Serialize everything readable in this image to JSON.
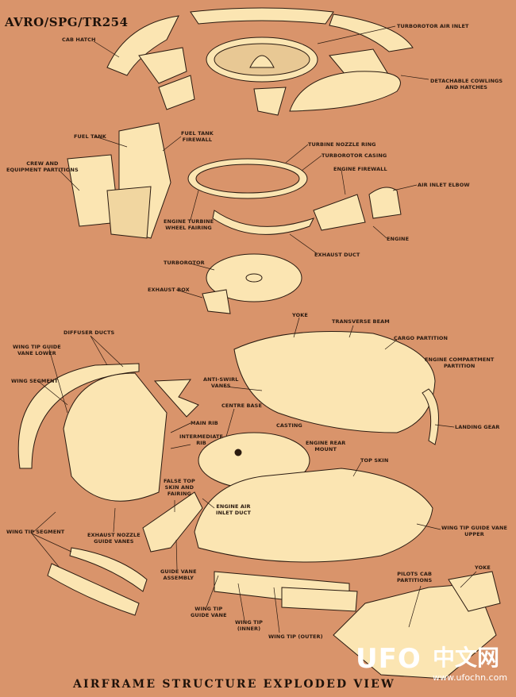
{
  "title": "AVRO/SPG/TR254",
  "footer": "AIRFRAME STRUCTURE EXPLODED VIEW",
  "watermark": {
    "logo": "UFO",
    "cn": "中文网",
    "url": "www.ufochn.com"
  },
  "colors": {
    "background": "#d9946b",
    "part_fill": "#fbe5b2",
    "ink": "#2a1a10"
  },
  "labels": {
    "cab_hatch": "CAB HATCH",
    "turborotor_air_inlet": "TURBOROTOR AIR INLET",
    "detachable_cowlings": [
      "DETACHABLE COWLINGS",
      "AND HATCHES"
    ],
    "fuel_tank": "FUEL TANK",
    "fuel_tank_firewall": [
      "FUEL TANK",
      "FIREWALL"
    ],
    "crew_partitions": [
      "CREW AND",
      "EQUIPMENT PARTITIONS"
    ],
    "turbine_nozzle_ring": "TURBINE NOZZLE RING",
    "turborotor_casing": "TURBOROTOR CASING",
    "engine_firewall": "ENGINE  FIREWALL",
    "air_inlet_elbow": "AIR INLET ELBOW",
    "engine_turbine_fairing": [
      "ENGINE TURBINE",
      "WHEEL FAIRING"
    ],
    "engine": "ENGINE",
    "exhaust_duct": "EXHAUST DUCT",
    "turborotor": "TURBOROTOR",
    "exhaust_box": "EXHAUST BOX",
    "yoke_top": "YOKE",
    "transverse_beam": "TRANSVERSE BEAM",
    "cargo_partition": "CARGO PARTITION",
    "engine_compartment_partition": [
      "ENGINE COMPARTMENT",
      "PARTITION"
    ],
    "diffuser_ducts": "DIFFUSER DUCTS",
    "wing_tip_guide_vane_lower": [
      "WING TIP GUIDE",
      "VANE LOWER"
    ],
    "wing_segment": "WING SEGMENT",
    "anti_swirl_vanes": [
      "ANTI-SWIRL",
      "VANES"
    ],
    "centre_base": "CENTRE BASE",
    "main_rib": "MAIN RIB",
    "intermediate_rib": [
      "INTERMEDIATE",
      "RIB"
    ],
    "casting": "CASTING",
    "engine_rear_mount": [
      "ENGINE REAR",
      "MOUNT"
    ],
    "landing_gear": "LANDING GEAR",
    "top_skin": "TOP SKIN",
    "false_top_skin": [
      "FALSE TOP",
      "SKIN AND",
      "FAIRING"
    ],
    "engine_air_inlet_duct": [
      "ENGINE AIR",
      "INLET DUCT"
    ],
    "wing_tip_segment": "WING TIP SEGMENT",
    "exhaust_nozzle_guide_vanes": [
      "EXHAUST NOZZLE",
      "GUIDE VANES"
    ],
    "wing_tip_guide_vane_upper": [
      "WING TIP GUIDE VANE",
      "UPPER"
    ],
    "guide_vane_assembly": [
      "GUIDE VANE",
      "ASSEMBLY"
    ],
    "pilots_cab_partitions": [
      "PILOTS CAB",
      "PARTITIONS"
    ],
    "yoke_bottom": "YOKE",
    "wing_tip_guide_vane": [
      "WING TIP",
      "GUIDE VANE"
    ],
    "wing_tip_inner": [
      "WING TIP",
      "(INNER)"
    ],
    "wing_tip_outer": "WING TIP (OUTER)"
  }
}
